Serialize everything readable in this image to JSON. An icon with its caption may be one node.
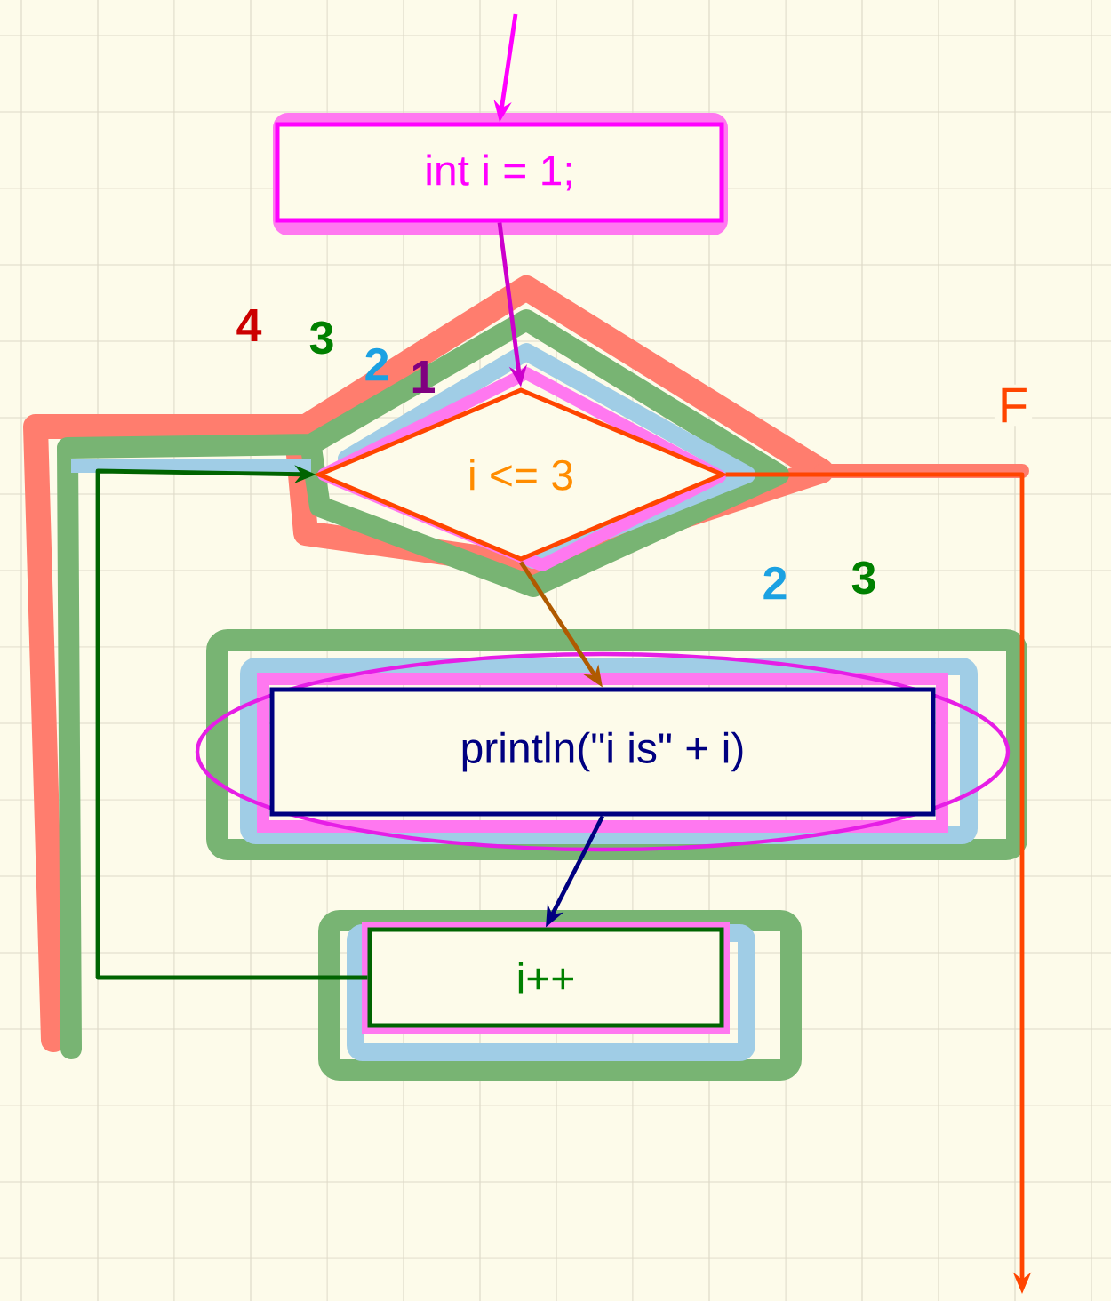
{
  "diagram": {
    "nodes": [
      {
        "text": [
          "int i = 1;"
        ]
      },
      {
        "text": [
          "i <= 3"
        ]
      },
      {
        "text": [
          "println(\"i is\" + i)"
        ]
      },
      {
        "text": [
          "i++"
        ]
      }
    ],
    "edges": [
      {
        "from": null,
        "to": 0,
        "arrow": "to",
        "color": "#ff00ff"
      },
      {
        "from": 0,
        "to": 1,
        "arrow": "to",
        "color": "#cc00cc"
      },
      {
        "from": 1,
        "to": 2,
        "arrow": "to",
        "color": "#b05a00"
      },
      {
        "from": 2,
        "to": 3,
        "arrow": "to",
        "color": "#000080"
      },
      {
        "from": 3,
        "to": 1,
        "arrow": "to",
        "color": "#006400"
      },
      {
        "from": 1,
        "to": null,
        "arrow": "to",
        "label": "F",
        "color": "#ff4500"
      }
    ],
    "labels": [
      "4",
      "3",
      "2",
      "1",
      "2",
      "3"
    ]
  }
}
